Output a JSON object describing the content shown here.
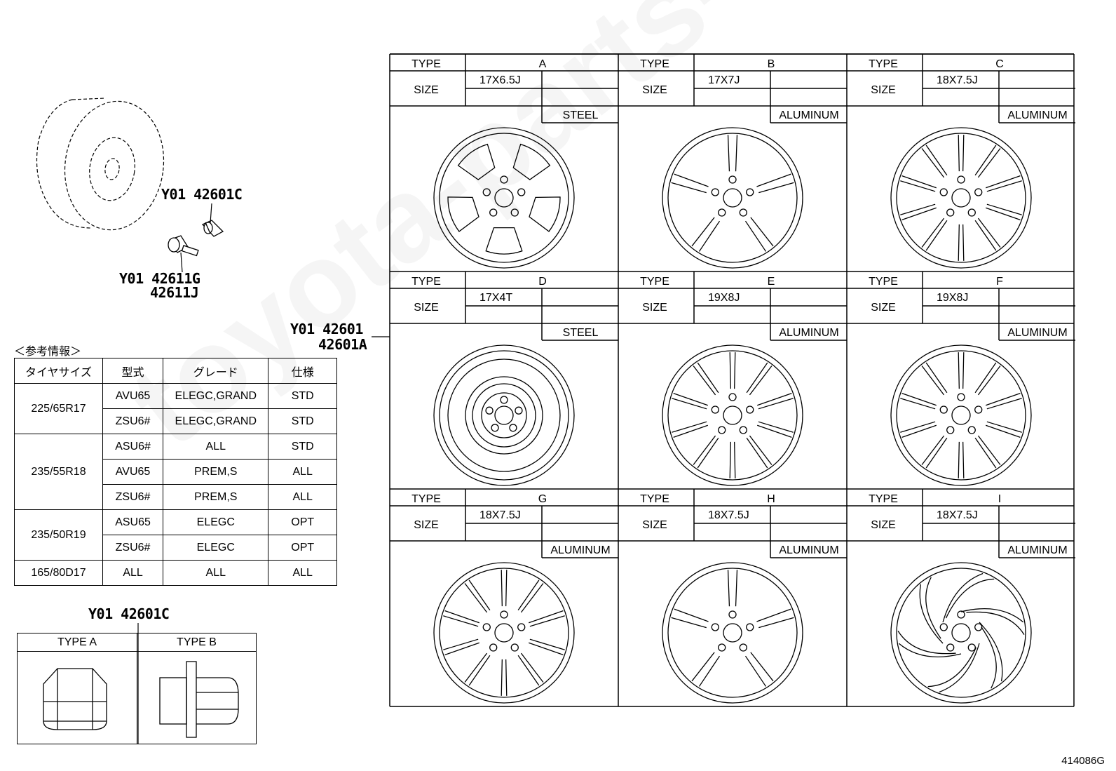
{
  "watermark": "toyota-parts-online.com",
  "labels": {
    "lug_nut_top": "Y01 42601C",
    "valve_y01": "Y01 42611G",
    "valve_alt": "42611J",
    "wheel_main": "Y01 42601",
    "wheel_alt": "42601A",
    "lug_nut_bottom": "Y01 42601C",
    "doc_number": "414086G"
  },
  "ref_info": {
    "title": "＜参考情報＞",
    "headers": [
      "タイヤサイズ",
      "型式",
      "グレード",
      "仕様"
    ],
    "groups": [
      {
        "size": "225/65R17",
        "rows": [
          [
            "AVU65",
            "ELEGC,GRAND",
            "STD"
          ],
          [
            "ZSU6#",
            "ELEGC,GRAND",
            "STD"
          ]
        ]
      },
      {
        "size": "235/55R18",
        "rows": [
          [
            "ASU6#",
            "ALL",
            "STD"
          ],
          [
            "AVU65",
            "PREM,S",
            "ALL"
          ],
          [
            "ZSU6#",
            "PREM,S",
            "ALL"
          ]
        ]
      },
      {
        "size": "235/50R19",
        "rows": [
          [
            "ASU65",
            "ELEGC",
            "OPT"
          ],
          [
            "ZSU6#",
            "ELEGC",
            "OPT"
          ]
        ]
      },
      {
        "size": "165/80D17",
        "rows": [
          [
            "ALL",
            "ALL",
            "ALL"
          ]
        ]
      }
    ]
  },
  "nut_types": [
    "TYPE A",
    "TYPE B"
  ],
  "wheel_grid": {
    "type_label": "TYPE",
    "size_label": "SIZE",
    "wheels": [
      {
        "type": "A",
        "size": "17X6.5J",
        "material": "STEEL",
        "style": "steel5"
      },
      {
        "type": "B",
        "size": "17X7J",
        "material": "ALUMINUM",
        "style": "blade5"
      },
      {
        "type": "C",
        "size": "18X7.5J",
        "material": "ALUMINUM",
        "style": "split10"
      },
      {
        "type": "D",
        "size": "17X4T",
        "material": "STEEL",
        "style": "spare"
      },
      {
        "type": "E",
        "size": "19X8J",
        "material": "ALUMINUM",
        "style": "split10"
      },
      {
        "type": "F",
        "size": "19X8J",
        "material": "ALUMINUM",
        "style": "split10"
      },
      {
        "type": "G",
        "size": "18X7.5J",
        "material": "ALUMINUM",
        "style": "split10"
      },
      {
        "type": "H",
        "size": "18X7.5J",
        "material": "ALUMINUM",
        "style": "y5"
      },
      {
        "type": "I",
        "size": "18X7.5J",
        "material": "ALUMINUM",
        "style": "swirl"
      }
    ]
  }
}
